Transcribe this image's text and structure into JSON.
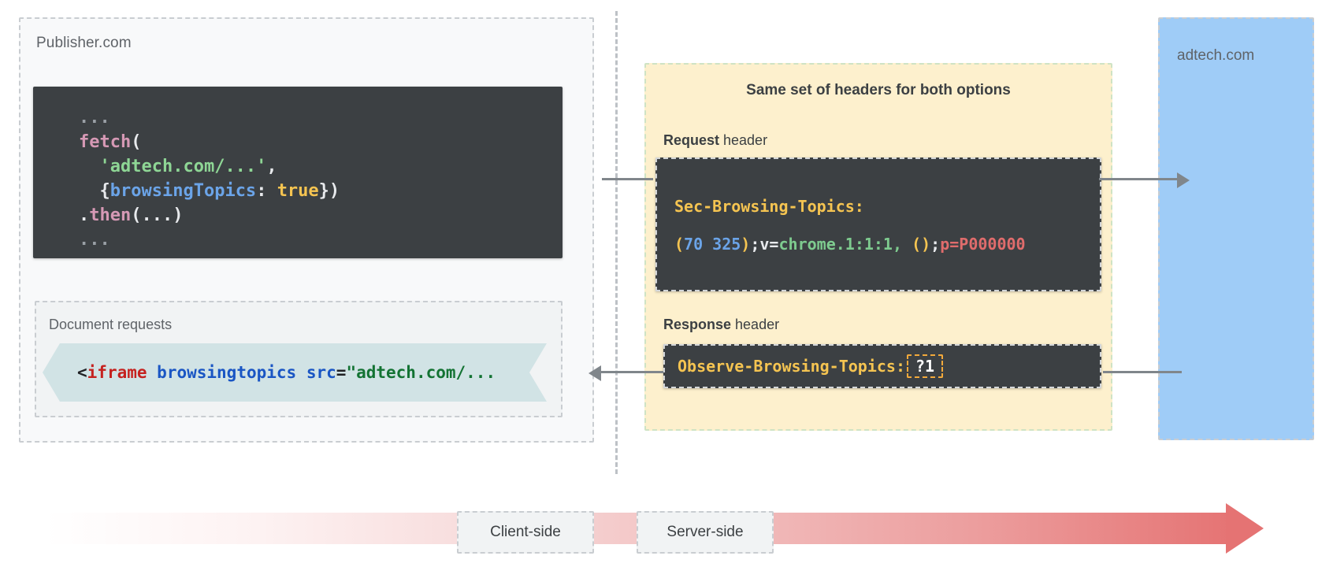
{
  "diagram": {
    "publisher": {
      "label": "Publisher.com",
      "fetch_code": {
        "lines": [
          {
            "segments": [
              {
                "t": "...",
                "c": "dots"
              }
            ]
          },
          {
            "segments": [
              {
                "t": "fetch",
                "c": "fn"
              },
              {
                "t": "(",
                "c": "plain"
              }
            ]
          },
          {
            "segments": [
              {
                "t": "  ",
                "c": "plain"
              },
              {
                "t": "'adtech.com/...'",
                "c": "str"
              },
              {
                "t": ",",
                "c": "plain"
              }
            ]
          },
          {
            "segments": [
              {
                "t": "  {",
                "c": "plain"
              },
              {
                "t": "browsingTopics",
                "c": "prop"
              },
              {
                "t": ": ",
                "c": "plain"
              },
              {
                "t": "true",
                "c": "bool"
              },
              {
                "t": "})",
                "c": "plain"
              }
            ]
          },
          {
            "segments": [
              {
                "t": ".",
                "c": "plain"
              },
              {
                "t": "then",
                "c": "fn"
              },
              {
                "t": "(...)",
                "c": "plain"
              }
            ]
          },
          {
            "segments": [
              {
                "t": "...",
                "c": "dots"
              }
            ]
          }
        ]
      },
      "document_requests": {
        "label": "Document requests",
        "iframe_snippet": {
          "segments": [
            {
              "t": "<",
              "c": "dark"
            },
            {
              "t": "iframe",
              "c": "tag"
            },
            {
              "t": " ",
              "c": "dark"
            },
            {
              "t": "browsingtopics",
              "c": "attr"
            },
            {
              "t": " ",
              "c": "dark"
            },
            {
              "t": "src",
              "c": "attr"
            },
            {
              "t": "=",
              "c": "dark"
            },
            {
              "t": "\"adtech.com/...",
              "c": "val"
            }
          ],
          "plain_text": "<iframe browsingtopics src=\"adtech.com/..."
        }
      }
    },
    "headers_panel": {
      "title": "Same set of headers for both options",
      "request": {
        "caption_bold": "Request",
        "caption_rest": " header",
        "header_name": "Sec-Browsing-Topics:",
        "header_value_segments": [
          {
            "t": "(",
            "c": "paren"
          },
          {
            "t": "70 325",
            "c": "num"
          },
          {
            "t": ")",
            "c": "paren"
          },
          {
            "t": ";",
            "c": "semi"
          },
          {
            "t": "v=",
            "c": "v"
          },
          {
            "t": "chrome.1:1:1, ",
            "c": "green"
          },
          {
            "t": "()",
            "c": "paren"
          },
          {
            "t": ";",
            "c": "semi"
          },
          {
            "t": "p=P000000",
            "c": "red"
          }
        ],
        "header_value_plain": "(70 325);v=chrome.1:1:1, ();p=P000000"
      },
      "response": {
        "caption_bold": "Response",
        "caption_rest": " header",
        "header_name": "Observe-Browsing-Topics:",
        "header_value": "?1"
      }
    },
    "adtech": {
      "label": "adtech.com"
    },
    "timeline": {
      "client_label": "Client-side",
      "server_label": "Server-side"
    },
    "colors": {
      "publisher_bg": "#f8f9fa",
      "headers_bg": "#fdf0cd",
      "adtech_bg": "#9fccf7",
      "code_bg": "#3c4043",
      "iframe_chip_bg": "#cfe2e4",
      "timeline_end": "#e57373",
      "accent_yellow": "#f5c451",
      "dashed_border": "#c9cdd1"
    }
  }
}
